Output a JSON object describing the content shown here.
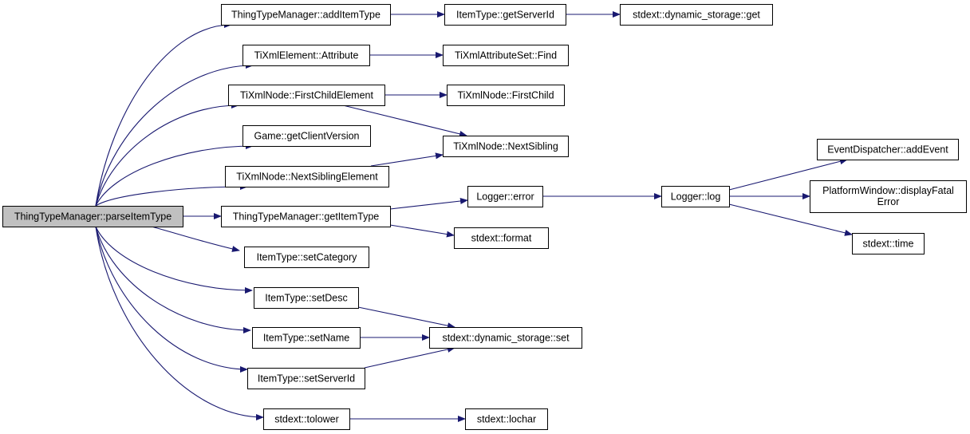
{
  "diagram": {
    "colors": {
      "edge": "#191970",
      "box_border": "#000000",
      "box_fill": "#ffffff",
      "root_fill": "#c0c0c0"
    },
    "nodes": [
      {
        "id": "root",
        "label": "ThingTypeManager::parseItemType"
      },
      {
        "id": "addItemType",
        "label": "ThingTypeManager::addItemType"
      },
      {
        "id": "getServerId",
        "label": "ItemType::getServerId"
      },
      {
        "id": "dsGet",
        "label": "stdext::dynamic_storage::get"
      },
      {
        "id": "attribute",
        "label": "TiXmlElement::Attribute"
      },
      {
        "id": "attrFind",
        "label": "TiXmlAttributeSet::Find"
      },
      {
        "id": "firstChildElement",
        "label": "TiXmlNode::FirstChildElement"
      },
      {
        "id": "firstChild",
        "label": "TiXmlNode::FirstChild"
      },
      {
        "id": "getClientVersion",
        "label": "Game::getClientVersion"
      },
      {
        "id": "nextSibling",
        "label": "TiXmlNode::NextSibling"
      },
      {
        "id": "nextSiblingElement",
        "label": "TiXmlNode::NextSiblingElement"
      },
      {
        "id": "getItemType",
        "label": "ThingTypeManager::getItemType"
      },
      {
        "id": "loggerError",
        "label": "Logger::error"
      },
      {
        "id": "loggerLog",
        "label": "Logger::log"
      },
      {
        "id": "addEvent",
        "label": "EventDispatcher::addEvent"
      },
      {
        "id": "displayFatal",
        "label": "PlatformWindow::displayFatal",
        "label2": "Error"
      },
      {
        "id": "time",
        "label": "stdext::time"
      },
      {
        "id": "format",
        "label": "stdext::format"
      },
      {
        "id": "setCategory",
        "label": "ItemType::setCategory"
      },
      {
        "id": "setDesc",
        "label": "ItemType::setDesc"
      },
      {
        "id": "setName",
        "label": "ItemType::setName"
      },
      {
        "id": "dsSet",
        "label": "stdext::dynamic_storage::set"
      },
      {
        "id": "setServerId",
        "label": "ItemType::setServerId"
      },
      {
        "id": "tolower",
        "label": "stdext::tolower"
      },
      {
        "id": "lochar",
        "label": "stdext::lochar"
      }
    ],
    "edges": [
      [
        "root",
        "addItemType"
      ],
      [
        "root",
        "attribute"
      ],
      [
        "root",
        "firstChildElement"
      ],
      [
        "root",
        "getClientVersion"
      ],
      [
        "root",
        "nextSiblingElement"
      ],
      [
        "root",
        "getItemType"
      ],
      [
        "root",
        "setCategory"
      ],
      [
        "root",
        "setDesc"
      ],
      [
        "root",
        "setName"
      ],
      [
        "root",
        "setServerId"
      ],
      [
        "root",
        "tolower"
      ],
      [
        "addItemType",
        "getServerId"
      ],
      [
        "getServerId",
        "dsGet"
      ],
      [
        "attribute",
        "attrFind"
      ],
      [
        "firstChildElement",
        "firstChild"
      ],
      [
        "firstChildElement",
        "nextSibling"
      ],
      [
        "nextSiblingElement",
        "nextSibling"
      ],
      [
        "getItemType",
        "loggerError"
      ],
      [
        "getItemType",
        "format"
      ],
      [
        "loggerError",
        "loggerLog"
      ],
      [
        "loggerLog",
        "addEvent"
      ],
      [
        "loggerLog",
        "displayFatal"
      ],
      [
        "loggerLog",
        "time"
      ],
      [
        "setDesc",
        "dsSet"
      ],
      [
        "setName",
        "dsSet"
      ],
      [
        "setServerId",
        "dsSet"
      ],
      [
        "tolower",
        "lochar"
      ]
    ]
  }
}
